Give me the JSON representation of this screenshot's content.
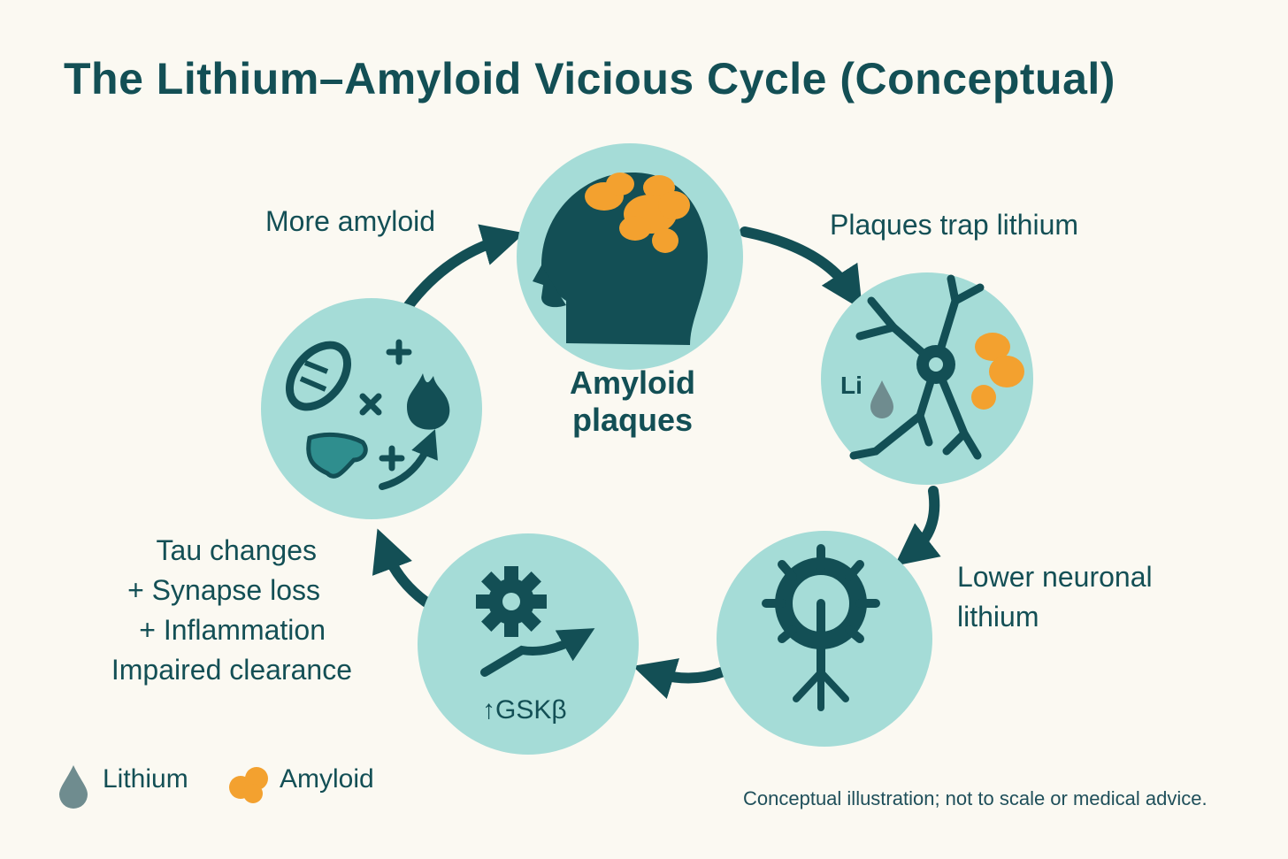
{
  "title": "The Lithium–Amyloid Vicious Cycle (Conceptual)",
  "nodes": {
    "amyloid_plaques": {
      "line1": "Amyloid",
      "line2": "plaques",
      "icon": "head-with-plaques-icon"
    },
    "plaques_trap_lithium": {
      "label": "Plaques trap lithium",
      "inner_text": "Li",
      "icon": "neuron-with-plaques-icon"
    },
    "lower_neuronal_lithium": {
      "line1": "Lower neuronal",
      "line2": "lithium",
      "icon": "neuron-icon"
    },
    "gsk": {
      "inner_text": "↑GSKβ",
      "icon": "gear-trend-icon"
    },
    "effects": {
      "lines": [
        "Tau changes",
        "+ Synapse loss",
        "+ Inflammation",
        "Impaired clearance"
      ],
      "icon": "mitochondria-inflammation-icon"
    },
    "more_amyloid": {
      "label": "More amyloid"
    }
  },
  "legend": {
    "lithium": "Lithium",
    "amyloid": "Amyloid"
  },
  "footnote": "Conceptual illustration; not to scale or medical advice.",
  "colors": {
    "background": "#fbf9f2",
    "circle_fill": "#a5dcd7",
    "dark_teal": "#134f55",
    "amyloid_orange": "#f3a12f",
    "lithium_gray": "#6f8c8f"
  }
}
